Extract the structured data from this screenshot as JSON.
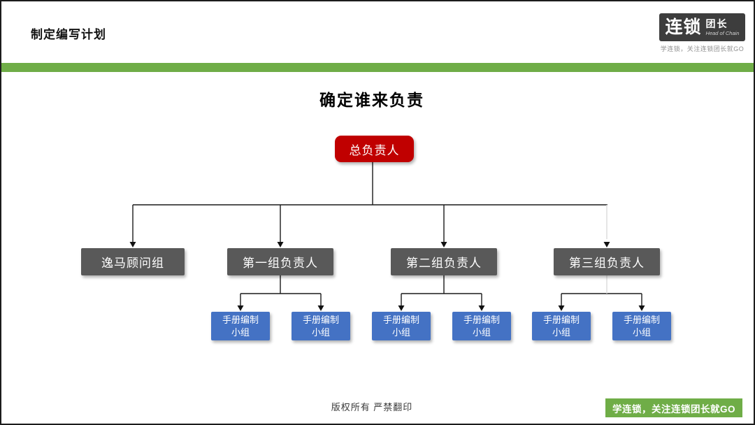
{
  "header": {
    "title": "制定编写计划"
  },
  "logo": {
    "name_main": "连锁",
    "name_side": "团长",
    "subtitle": "Head of Chain",
    "tagline": "学连锁，关注连锁团长就GO"
  },
  "heading": {
    "title": "确定谁来负责"
  },
  "org_chart": {
    "root": {
      "label": "总负责人"
    },
    "groups": [
      {
        "label": "逸马顾问组"
      },
      {
        "label": "第一组负责人"
      },
      {
        "label": "第二组负责人"
      },
      {
        "label": "第三组负责人"
      }
    ],
    "teams": [
      {
        "line1": "手册编制",
        "line2": "小组"
      },
      {
        "line1": "手册编制",
        "line2": "小组"
      },
      {
        "line1": "手册编制",
        "line2": "小组"
      },
      {
        "line1": "手册编制",
        "line2": "小组"
      },
      {
        "line1": "手册编制",
        "line2": "小组"
      },
      {
        "line1": "手册编制",
        "line2": "小组"
      }
    ]
  },
  "footer": {
    "copyright": "版权所有  严禁翻印",
    "badge": "学连锁，关注连锁团长就GO"
  },
  "colors": {
    "accent_green": "#6FAD47",
    "root_red": "#C00000",
    "group_gray": "#595959",
    "team_blue": "#4472C4"
  }
}
